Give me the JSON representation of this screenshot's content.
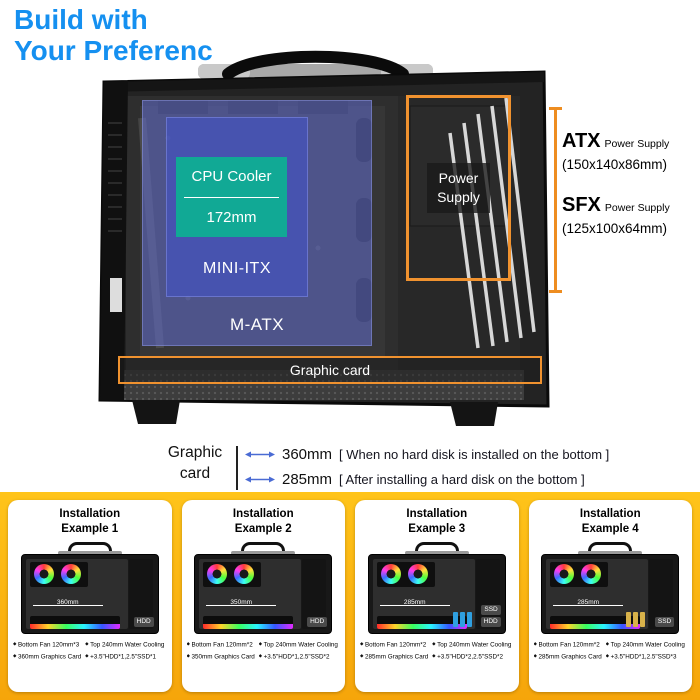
{
  "title": {
    "line1": "Build with",
    "line2": "Your Preferenc"
  },
  "overlays": {
    "cpu_cooler": {
      "line1": "CPU Cooler",
      "line2": "172mm"
    },
    "mini_itx": "MINI-ITX",
    "m_atx": "M-ATX",
    "power_supply": {
      "line1": "Power",
      "line2": "Supply"
    },
    "graphic_card": "Graphic card"
  },
  "psu": {
    "atx": {
      "name": "ATX",
      "type": "Power Supply",
      "dims": "(150x140x86mm)"
    },
    "sfx": {
      "name": "SFX",
      "type": "Power Supply",
      "dims": "(125x100x64mm)"
    }
  },
  "gpu": {
    "label_line1": "Graphic",
    "label_line2": "card",
    "rows": [
      {
        "value": "360mm",
        "note": "[ When no hard disk is installed on the bottom ]"
      },
      {
        "value": "285mm",
        "note": "[ After installing a hard disk on the bottom ]"
      }
    ]
  },
  "examples": [
    {
      "title1": "Installation",
      "title2": "Example 1",
      "img_length": "360mm",
      "tags": [
        "HDD"
      ],
      "bullets": [
        "Bottom Fan 120mm*3",
        "Top 240mm Water Cooling",
        "360mm Graphics Card",
        "+3.5\"HDD*1,2.5\"SSD*1"
      ]
    },
    {
      "title1": "Installation",
      "title2": "Example 2",
      "img_length": "350mm",
      "tags": [
        "HDD"
      ],
      "bullets": [
        "Bottom Fan 120mm*2",
        "Top 240mm Water Cooling",
        "350mm Graphics Card",
        "+3.5\"HDD*1,2.5\"SSD*2"
      ]
    },
    {
      "title1": "Installation",
      "title2": "Example 3",
      "img_length": "285mm",
      "tags": [
        "SSD",
        "HDD"
      ],
      "bullets": [
        "Bottom Fan 120mm*2",
        "Top 240mm Water Cooling",
        "285mm Graphics Card",
        "+3.5\"HDD*2,2.5\"SSD*2"
      ]
    },
    {
      "title1": "Installation",
      "title2": "Example 4",
      "img_length": "285mm",
      "tags": [
        "SSD"
      ],
      "bullets": [
        "Bottom Fan 120mm*2",
        "Top 240mm Water Cooling",
        "285mm Graphics Card",
        "+3.5\"HDD*1,2.5\"SSD*3"
      ]
    }
  ],
  "colors": {
    "title_blue": "#1590f0",
    "accent_orange": "#f0922f",
    "overlay_blue": "#5b66c4",
    "cooler_teal": "#0fae93",
    "band_yellow": "#ffb81c",
    "arrow_blue": "#4a6bd4"
  }
}
